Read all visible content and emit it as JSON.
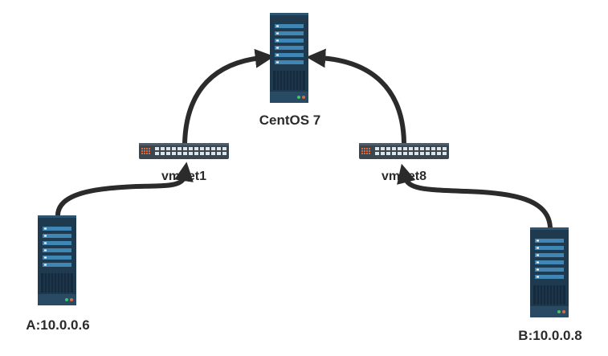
{
  "nodes": {
    "centos": {
      "label": "CentOS 7",
      "icon": "server-icon"
    },
    "host_a": {
      "label": "A:10.0.0.6",
      "icon": "server-icon"
    },
    "host_b": {
      "label": "B:10.0.0.8",
      "icon": "server-icon"
    }
  },
  "switches": {
    "vmnet1": {
      "label": "vmnet1",
      "icon": "network-switch-icon"
    },
    "vmnet8": {
      "label": "vmnet8",
      "icon": "network-switch-icon"
    }
  },
  "colors": {
    "server_body": "#1f3a4f",
    "server_slot": "#3f86b5",
    "switch_body": "#3a4650",
    "switch_port": "#dfe4e8",
    "switch_accent": "#e2673c",
    "link": "#2b2b2b"
  }
}
